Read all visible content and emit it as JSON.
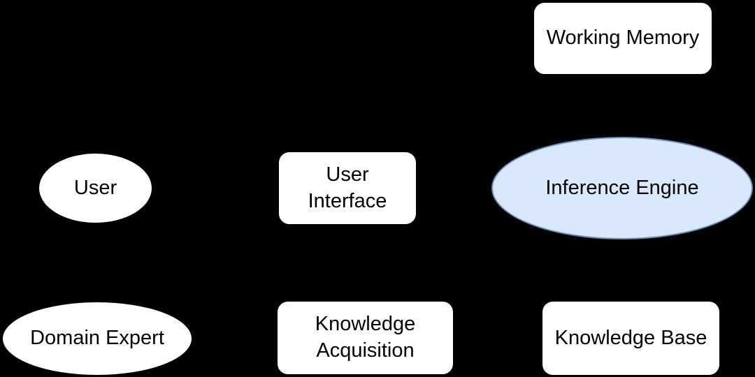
{
  "diagram": {
    "background_color": "#000000",
    "text_color": "#000000",
    "accent_fill_color": "#dae8fc",
    "accent_stroke_color": "#6c8ebf",
    "nodes": [
      {
        "id": "working-memory",
        "shape": "rounded-rect",
        "fill": "#ffffff",
        "stroke": "#000000",
        "lines": [
          "Working Memory"
        ]
      },
      {
        "id": "user",
        "shape": "ellipse",
        "fill": "#ffffff",
        "stroke": "#000000",
        "lines": [
          "User"
        ]
      },
      {
        "id": "user-interface",
        "shape": "rounded-rect",
        "fill": "#ffffff",
        "stroke": "#000000",
        "lines": [
          "User",
          "Interface"
        ]
      },
      {
        "id": "inference-engine",
        "shape": "ellipse",
        "fill": "#dae8fc",
        "stroke": "#6c8ebf",
        "lines": [
          "Inference Engine"
        ]
      },
      {
        "id": "domain-expert",
        "shape": "ellipse",
        "fill": "#ffffff",
        "stroke": "#000000",
        "lines": [
          "Domain Expert"
        ]
      },
      {
        "id": "knowledge-acquisition",
        "shape": "rounded-rect",
        "fill": "#ffffff",
        "stroke": "#000000",
        "lines": [
          "Knowledge",
          "Acquisition"
        ]
      },
      {
        "id": "knowledge-base",
        "shape": "rounded-rect",
        "fill": "#ffffff",
        "stroke": "#000000",
        "lines": [
          "Knowledge Base"
        ]
      }
    ]
  }
}
